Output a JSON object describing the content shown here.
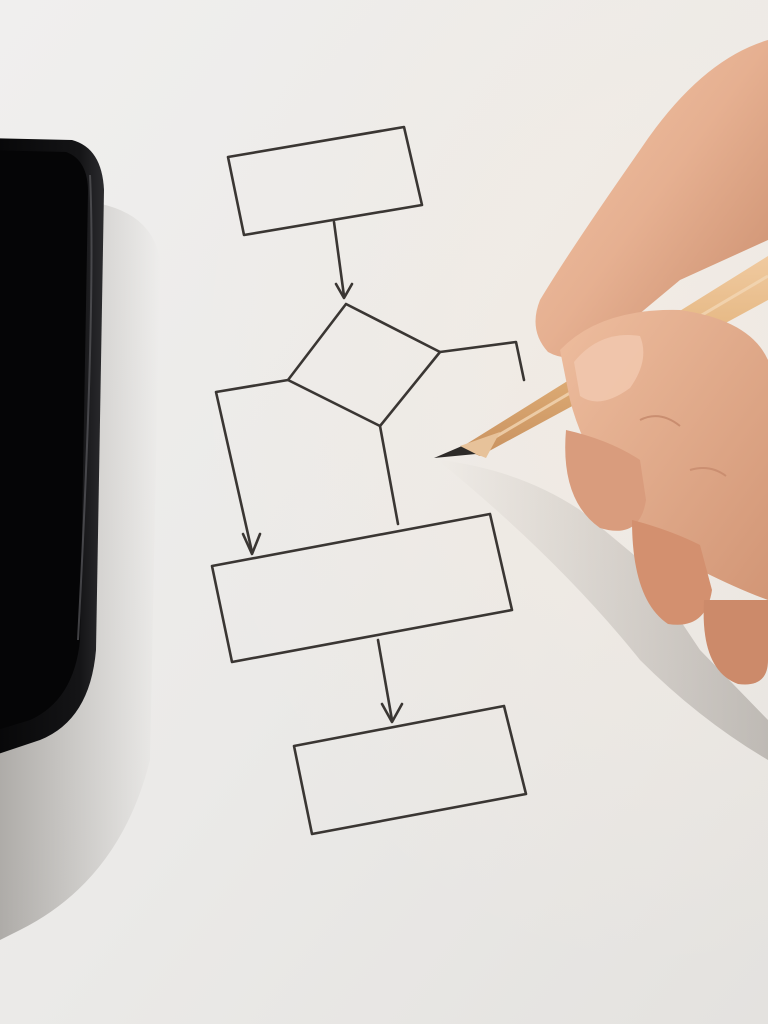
{
  "scene": {
    "paper_color": "#ecebea",
    "pencil_line_color": "#3a3633",
    "phone_color": "#0a0a0b",
    "skin_color": "#e7b596",
    "pencil_wood_color": "#e3b57c"
  },
  "flowchart": {
    "nodes": [
      {
        "id": "top-box",
        "shape": "rectangle",
        "label": ""
      },
      {
        "id": "decision",
        "shape": "diamond",
        "label": ""
      },
      {
        "id": "middle-box",
        "shape": "rectangle",
        "label": ""
      },
      {
        "id": "bottom-box",
        "shape": "rectangle",
        "label": ""
      }
    ],
    "edges": [
      {
        "from": "top-box",
        "to": "decision",
        "arrow": true
      },
      {
        "from": "decision",
        "to": "middle-box",
        "branch": "left",
        "arrow": true
      },
      {
        "from": "decision",
        "to": "middle-box",
        "branch": "bottom",
        "arrow": false
      },
      {
        "from": "decision",
        "to": "",
        "branch": "right",
        "arrow": false
      },
      {
        "from": "middle-box",
        "to": "bottom-box",
        "arrow": true
      }
    ]
  },
  "objects": {
    "phone": "smartphone",
    "hand": "hand",
    "pencil": "pencil"
  }
}
